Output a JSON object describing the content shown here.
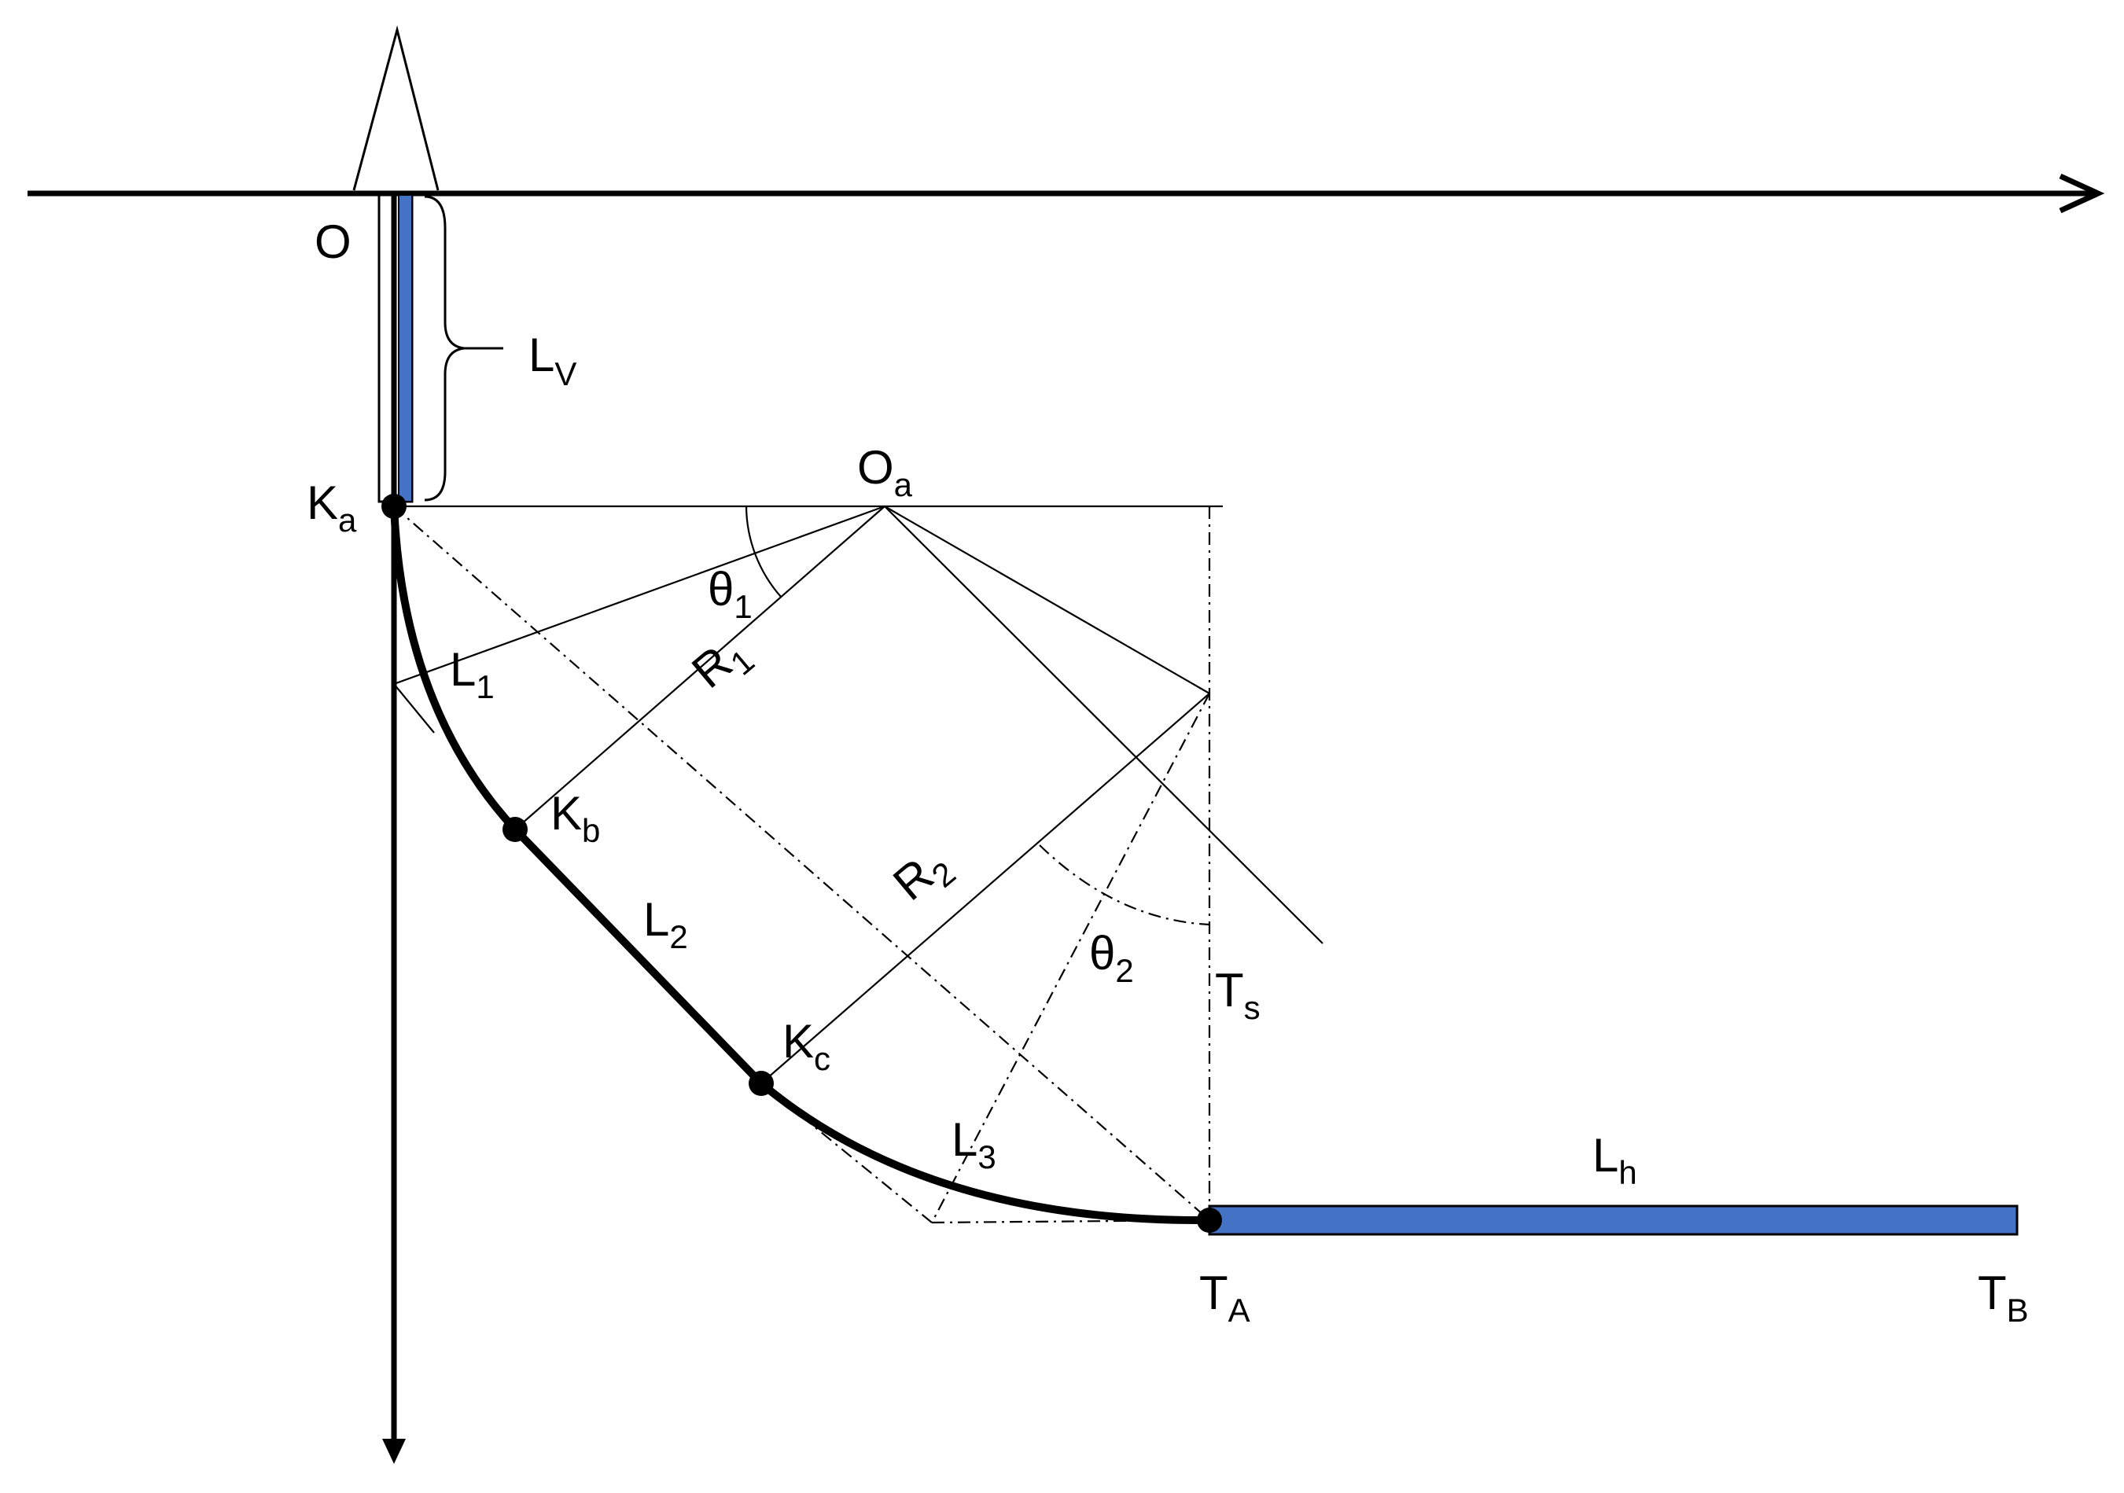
{
  "colors": {
    "pipe_fill": "#4472C4",
    "line": "#000000",
    "background": "#ffffff"
  },
  "labels": {
    "origin": "O",
    "vertical_length": {
      "main": "L",
      "sub": "V"
    },
    "kick_a": {
      "main": "K",
      "sub": "a"
    },
    "kick_b": {
      "main": "K",
      "sub": "b"
    },
    "kick_c": {
      "main": "K",
      "sub": "c"
    },
    "center_a": {
      "main": "O",
      "sub": "a"
    },
    "theta1": {
      "main": "θ",
      "sub": "1"
    },
    "theta2": {
      "main": "θ",
      "sub": "2"
    },
    "radius1": {
      "main": "R",
      "sub": "1"
    },
    "radius2": {
      "main": "R",
      "sub": "2"
    },
    "length1": {
      "main": "L",
      "sub": "1"
    },
    "length2": {
      "main": "L",
      "sub": "2"
    },
    "length3": {
      "main": "L",
      "sub": "3"
    },
    "target_s": {
      "main": "T",
      "sub": "s"
    },
    "horizontal_length": {
      "main": "L",
      "sub": "h"
    },
    "target_a": {
      "main": "T",
      "sub": "A"
    },
    "target_b": {
      "main": "T",
      "sub": "B"
    }
  }
}
